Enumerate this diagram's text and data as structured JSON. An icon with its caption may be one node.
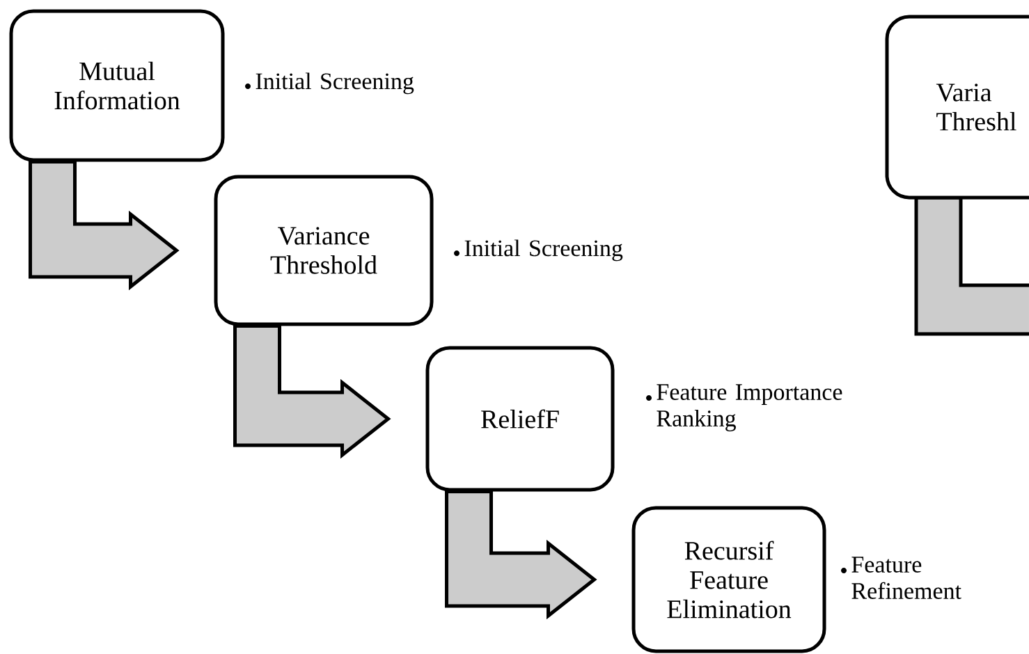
{
  "diagram": {
    "nodes": [
      {
        "text": [
          "Mutual Information"
        ],
        "beside": [
          "Initial Screening"
        ]
      },
      {
        "text": [
          "Variance Threshold"
        ],
        "beside": [
          "Initial Screening"
        ]
      },
      {
        "text": [
          "ReliefF"
        ],
        "beside": [
          "Feature Importance Ranking"
        ]
      },
      {
        "text": [
          "Recursif Feature Elimination"
        ],
        "beside": [
          "Feature Refinement"
        ]
      },
      {
        "text": [
          "Varia Threshl"
        ]
      }
    ],
    "edges": [
      {
        "from": 0,
        "to": 1,
        "arrow": "to"
      },
      {
        "from": 1,
        "to": 2,
        "arrow": "to"
      },
      {
        "from": 2,
        "to": 3,
        "arrow": "to"
      }
    ]
  }
}
